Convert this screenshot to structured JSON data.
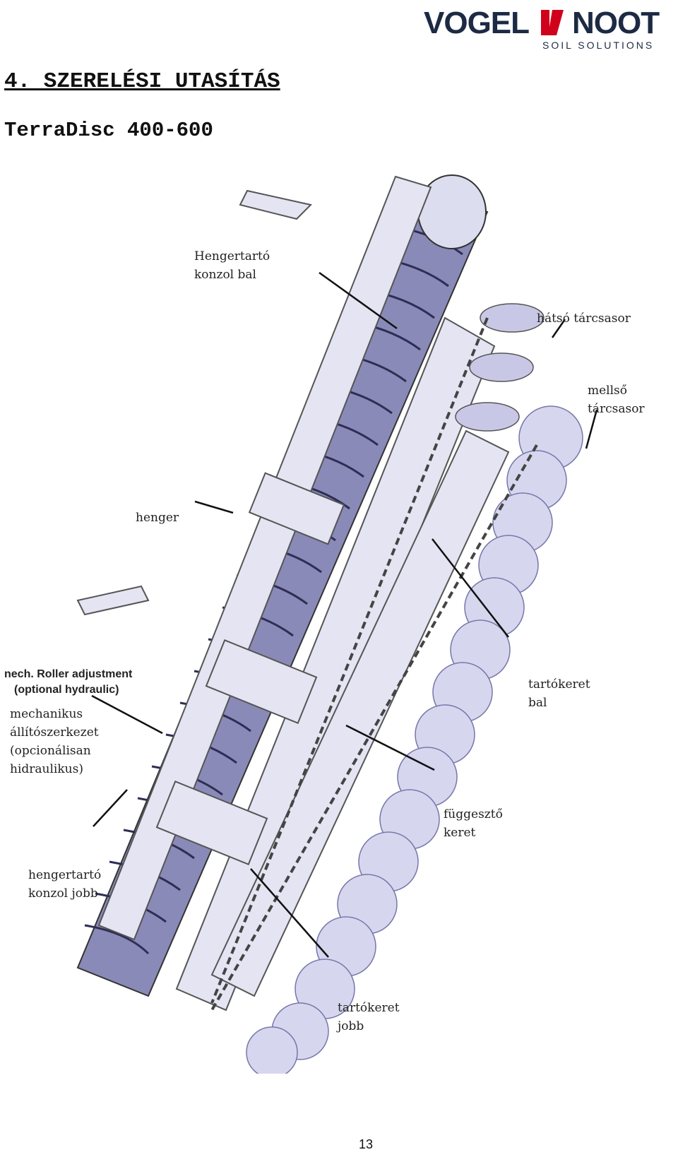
{
  "brand": {
    "left": "VOGEL",
    "right": "NOOT",
    "tagline": "SOIL SOLUTIONS"
  },
  "heading": "4. SZERELÉSI UTASÍTÁS",
  "subheading": "TerraDisc 400-600",
  "labels": {
    "hengertarto_bal": [
      "Hengertartó",
      "konzol bal"
    ],
    "hatso_taresasor": "hátsó tárcsasor",
    "mellso_taresasor": [
      "mellső",
      "tárcsasor"
    ],
    "henger": "henger",
    "roller_adjustment": [
      "nech. Roller adjustment",
      "(optional hydraulic)"
    ],
    "mechanikus": [
      "mechanikus",
      "állítószerkezet",
      "(opcionálisan",
      "hidraulikus)"
    ],
    "tartokeret_bal": [
      "tartókeret",
      "bal"
    ],
    "fuggeszto_keret": [
      "függesztő",
      "keret"
    ],
    "hengertarto_jobb": [
      "hengertartó",
      "konzol jobb"
    ],
    "tartokeret_jobb": [
      "tartókeret",
      "jobb"
    ]
  },
  "page_number": "13"
}
